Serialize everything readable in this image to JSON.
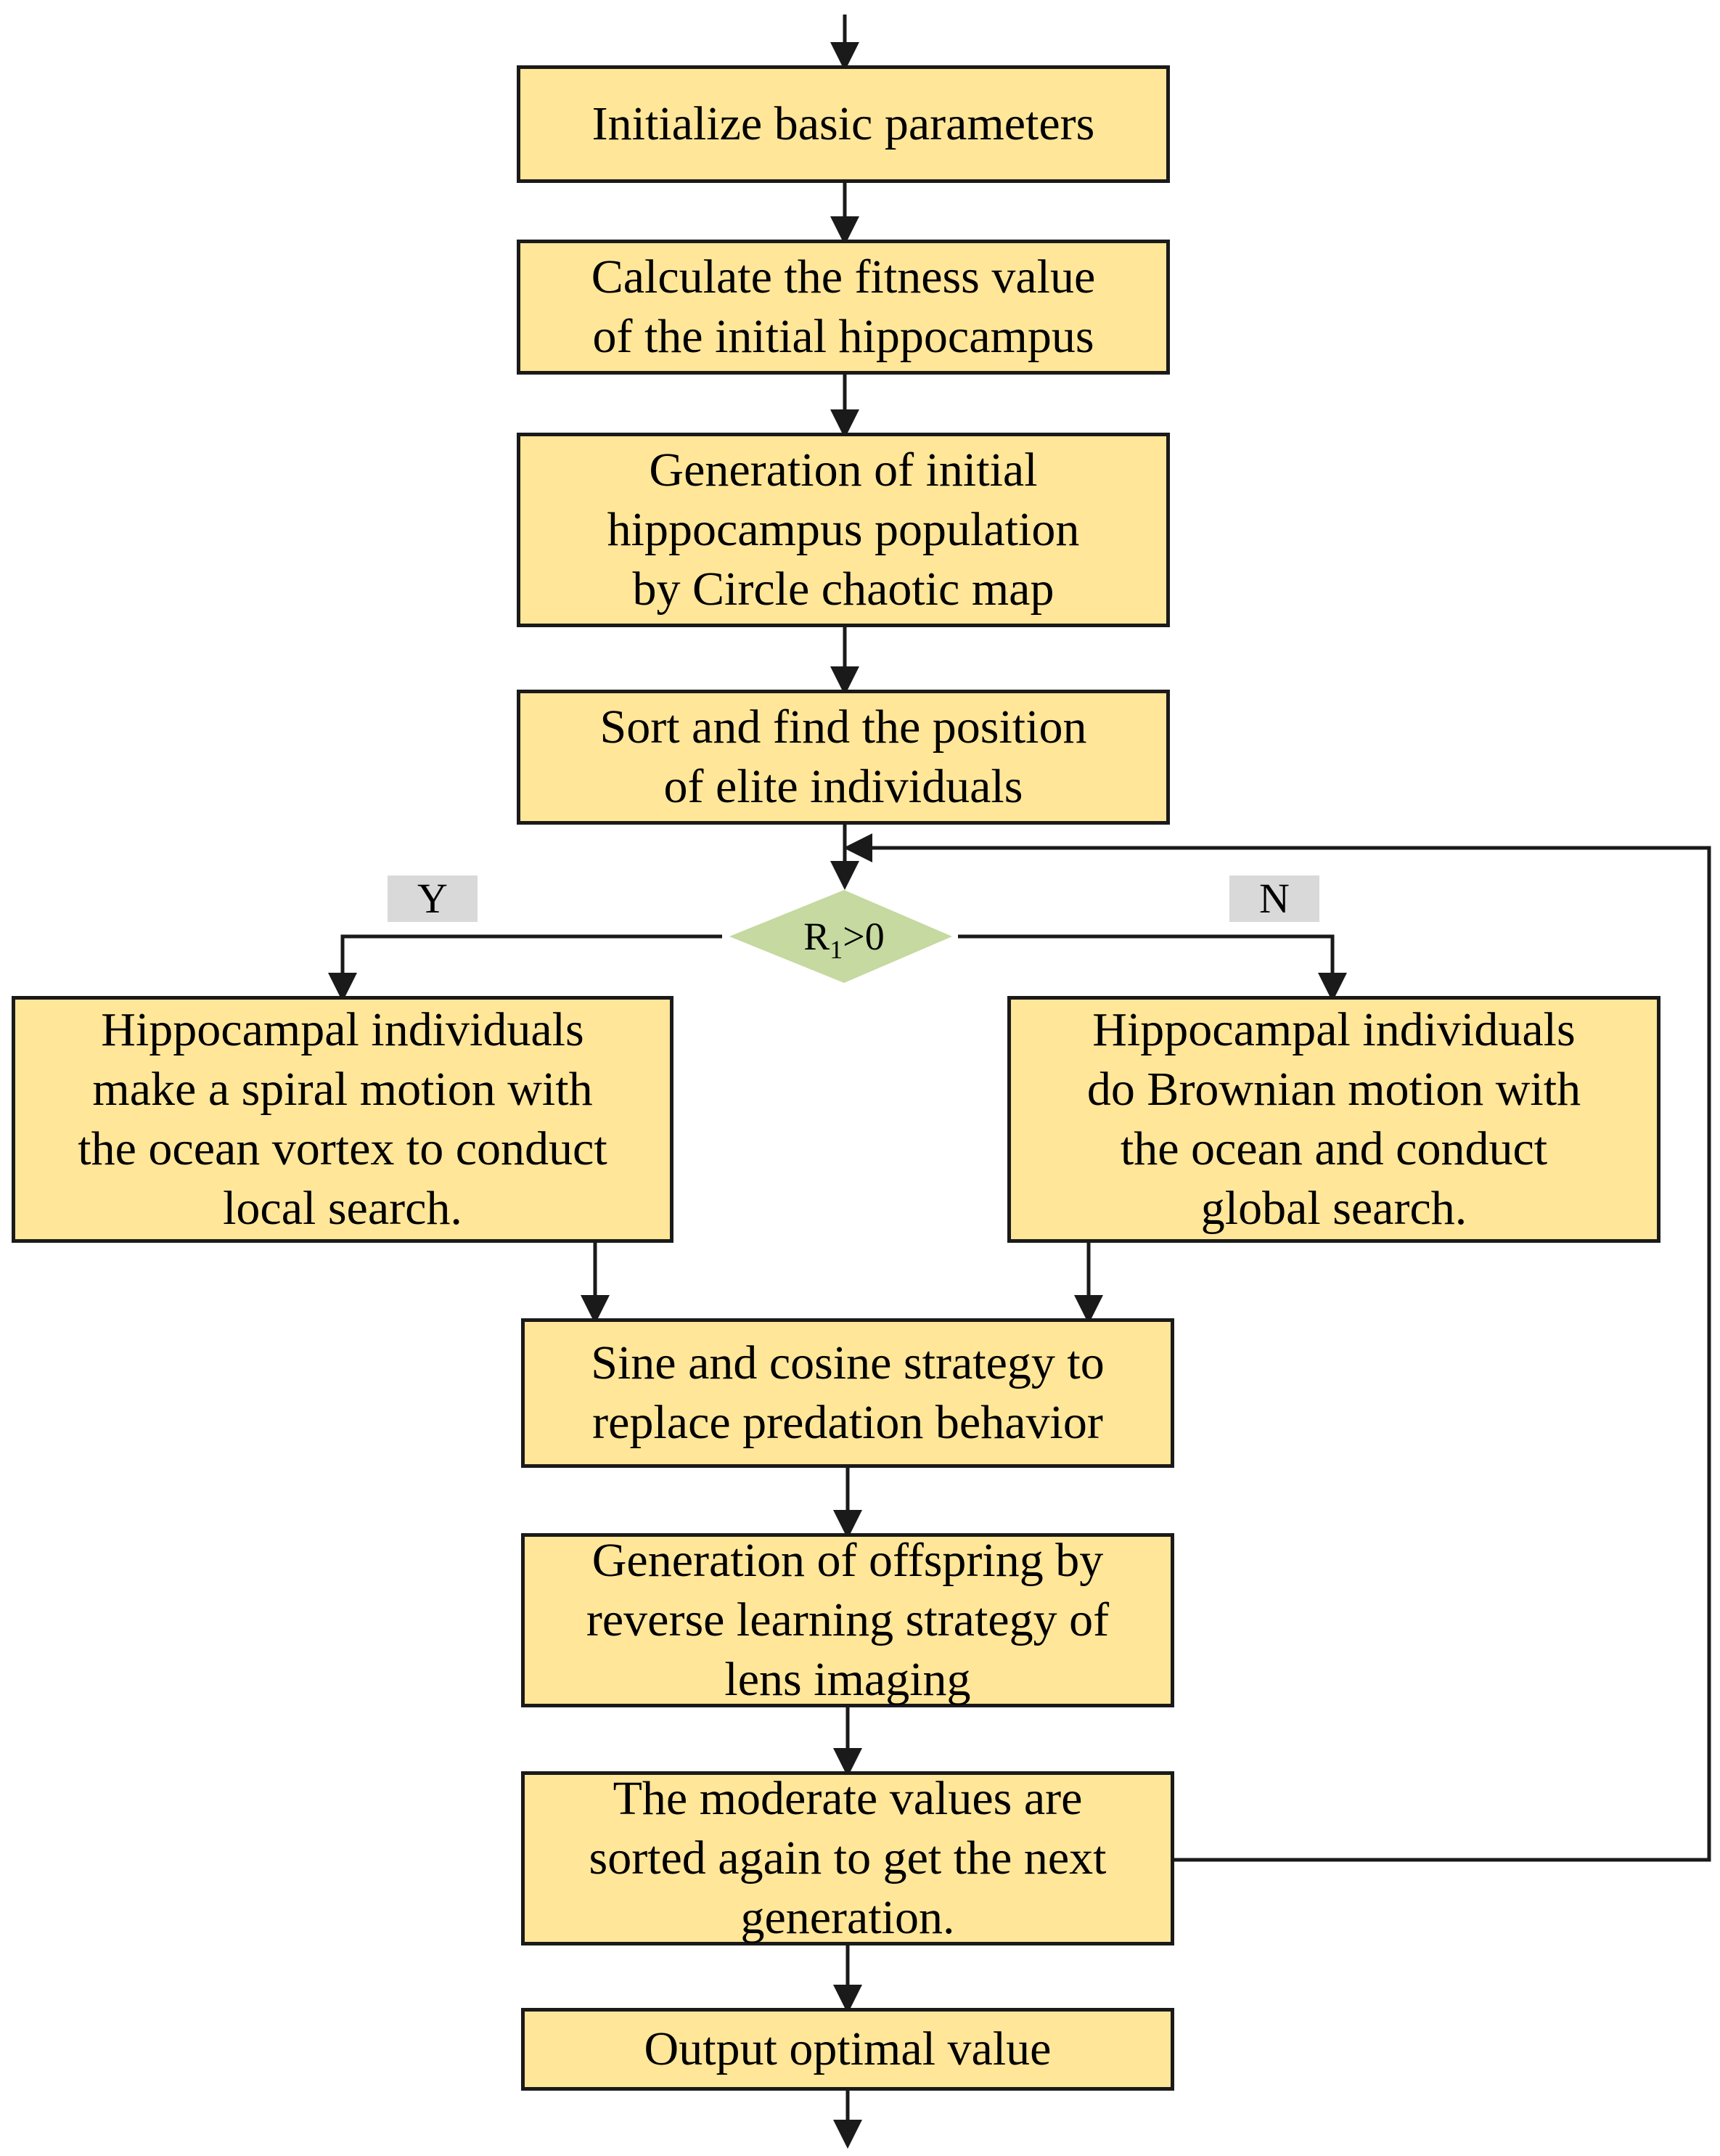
{
  "diagram": {
    "steps": {
      "init": "Initialize basic parameters",
      "fitness": "Calculate the fitness value\nof the initial hippocampus",
      "population": "Generation of initial\nhippocampus population\nby Circle chaotic map",
      "sort": "Sort and find the position\nof elite individuals",
      "spiral": "Hippocampal individuals\nmake a spiral motion with\nthe ocean vortex to conduct\nlocal search.",
      "brownian": "Hippocampal individuals\ndo Brownian motion with\nthe ocean and conduct\nglobal search.",
      "sine": "Sine and cosine strategy to\nreplace predation behavior",
      "offspring": "Generation of offspring by\nreverse learning strategy of\nlens imaging",
      "moderate": "The moderate values are\nsorted again to get the next\ngeneration.",
      "output": "Output optimal value"
    },
    "decision": {
      "label_main": "R",
      "label_sub": "1",
      "label_tail": ">0",
      "yes": "Y",
      "no": "N"
    }
  },
  "colors": {
    "box_fill": "#ffe699",
    "decision_fill": "#c5d9a0",
    "tag_fill": "#d9d9d9",
    "line": "#1a1a1a"
  }
}
